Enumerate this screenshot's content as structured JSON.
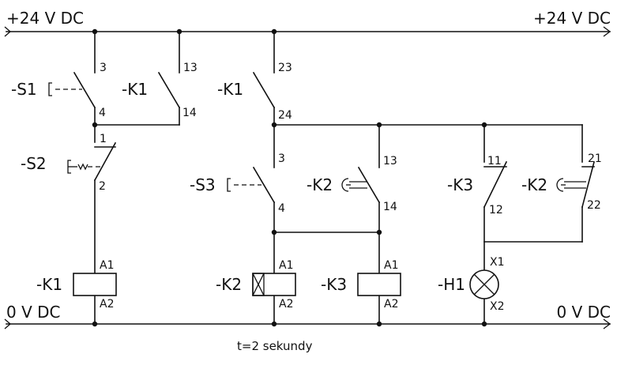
{
  "rails": {
    "top_left": "+24 V DC",
    "top_right": "+24 V DC",
    "bottom_left": "0 V DC",
    "bottom_right": "0 V DC"
  },
  "devices": {
    "s1": "-S1",
    "s1_k1": "-K1",
    "s2": "-S2",
    "coil_k1": "-K1",
    "k1_main": "-K1",
    "s3": "-S3",
    "k2_contact": "-K2",
    "coil_k2": "-K2",
    "coil_k3": "-K3",
    "k3_contact": "-K3",
    "k2_nc": "-K2",
    "lamp_h1": "-H1"
  },
  "terminals": {
    "s1_top": "3",
    "s1_bot": "4",
    "k1s_top": "13",
    "k1s_bot": "14",
    "s2_top": "1",
    "s2_bot": "2",
    "k1c_a1": "A1",
    "k1c_a2": "A2",
    "k1m_top": "23",
    "k1m_bot": "24",
    "s3_top": "3",
    "s3_bot": "4",
    "k2no_top": "13",
    "k2no_bot": "14",
    "k2c_a1": "A1",
    "k2c_a2": "A2",
    "k3c_a1": "A1",
    "k3c_a2": "A2",
    "k3nc_top": "11",
    "k3nc_bot": "12",
    "k2nc_top": "21",
    "k2nc_bot": "22",
    "h1_x1": "X1",
    "h1_x2": "X2"
  },
  "note": "t=2 sekundy"
}
